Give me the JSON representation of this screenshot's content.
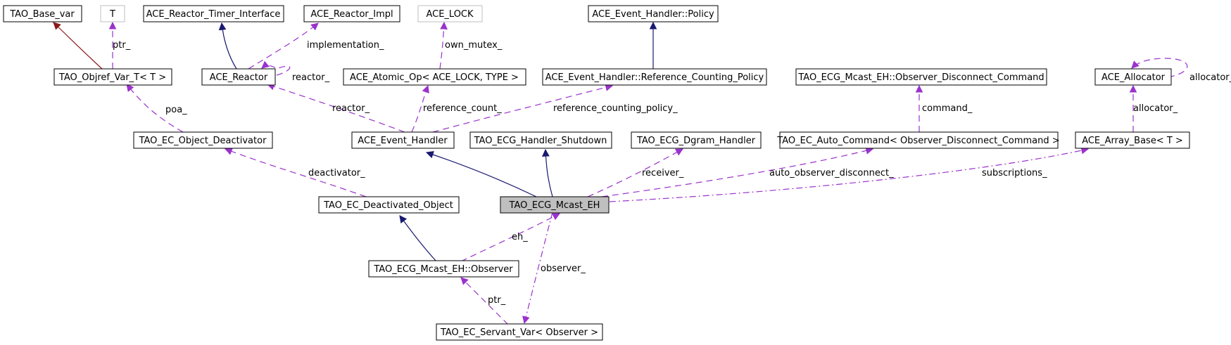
{
  "colors": {
    "inherit": "#191970",
    "inherit_private": "#8b1a1a",
    "usage": "#9a32cd",
    "grey_border": "#bfbfbf",
    "focus_fill": "#bfbfbf"
  },
  "nodes": {
    "tao_base_var": "TAO_Base_var",
    "t": "T",
    "ace_reactor_timer_interface": "ACE_Reactor_Timer_Interface",
    "ace_reactor_impl": "ACE_Reactor_Impl",
    "ace_lock": "ACE_LOCK",
    "ace_event_handler_policy": "ACE_Event_Handler::Policy",
    "tao_objref_var_t": "TAO_Objref_Var_T< T >",
    "ace_reactor": "ACE_Reactor",
    "ace_atomic_op": "ACE_Atomic_Op< ACE_LOCK, TYPE >",
    "ace_event_handler_rcp": "ACE_Event_Handler::Reference_Counting_Policy",
    "observer_disconnect_command": "TAO_ECG_Mcast_EH::Observer_Disconnect_Command",
    "ace_allocator": "ACE_Allocator",
    "tao_ec_object_deactivator": "TAO_EC_Object_Deactivator",
    "ace_event_handler": "ACE_Event_Handler",
    "tao_ecg_handler_shutdown": "TAO_ECG_Handler_Shutdown",
    "tao_ecg_dgram_handler": "TAO_ECG_Dgram_Handler",
    "tao_ec_auto_command": "TAO_EC_Auto_Command< Observer_Disconnect_Command >",
    "ace_array_base": "ACE_Array_Base< T >",
    "tao_ec_deactivated_object": "TAO_EC_Deactivated_Object",
    "tao_ecg_mcast_eh": "TAO_ECG_Mcast_EH",
    "tao_ecg_mcast_eh_observer": "TAO_ECG_Mcast_EH::Observer",
    "tao_ec_servant_var": "TAO_EC_Servant_Var< Observer >"
  },
  "edge_labels": {
    "ptr_t": "ptr_",
    "implementation": "implementation_",
    "own_mutex": "own_mutex_",
    "reactor_self": "reactor_",
    "allocator_self": "allocator_",
    "poa": "poa_",
    "reactor_eh": "reactor_",
    "reference_count": "reference_count_",
    "reference_counting_policy": "reference_counting_policy_",
    "command": "command_",
    "allocator": "allocator_",
    "deactivator": "deactivator_",
    "receiver": "receiver_",
    "auto_observer_disconnect": "auto_observer_disconnect_",
    "subscriptions": "subscriptions_",
    "eh": "eh_",
    "observer": "observer_",
    "ptr_servant": "ptr_"
  }
}
